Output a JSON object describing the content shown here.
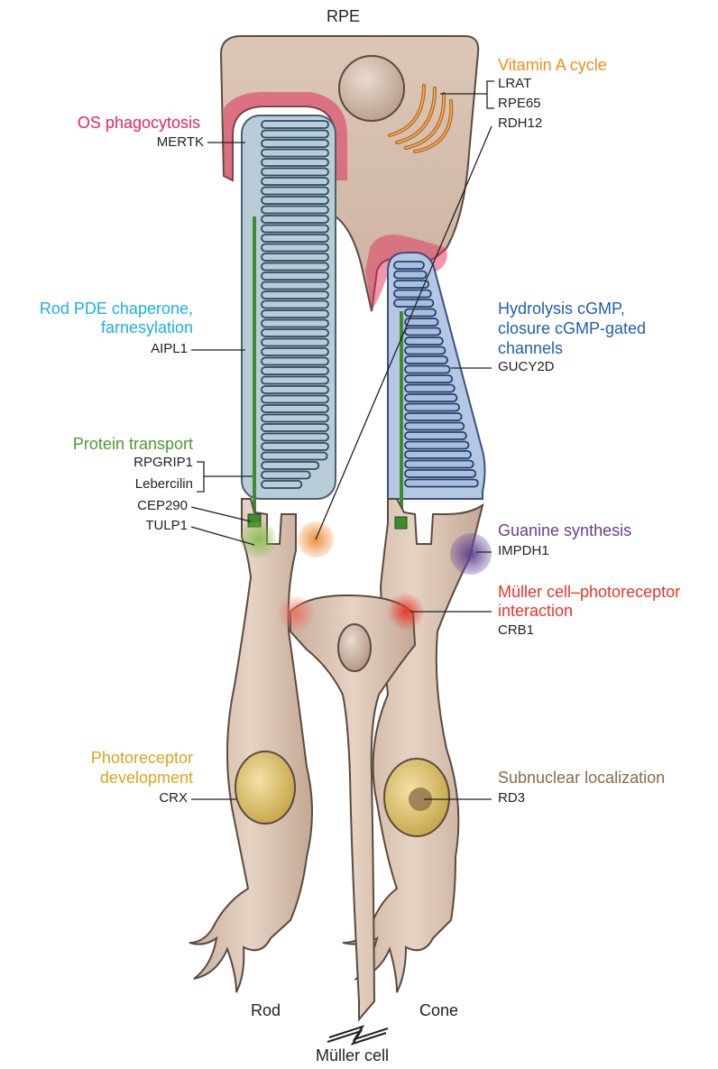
{
  "title": "RPE",
  "cells": {
    "rod": "Rod",
    "cone": "Cone",
    "muller": "Müller cell"
  },
  "functions": {
    "vitamin_a": {
      "label": "Vitamin A cycle",
      "genes": [
        "LRAT",
        "RPE65",
        "RDH12"
      ],
      "color": "#f28e1c"
    },
    "os_phagocytosis": {
      "label": "OS phagocytosis",
      "genes": [
        "MERTK"
      ],
      "color": "#e2236a"
    },
    "rod_pde": {
      "label_line1": "Rod PDE chaperone,",
      "label_line2": "farnesylation",
      "genes": [
        "AIPL1"
      ],
      "color": "#1ab0e6"
    },
    "hydrolysis": {
      "label_line1": "Hydrolysis cGMP,",
      "label_line2": "closure cGMP-gated",
      "label_line3": "channels",
      "genes": [
        "GUCY2D"
      ],
      "color": "#1f5fae"
    },
    "protein_transport": {
      "label": "Protein transport",
      "genes": [
        "RPGRIP1",
        "Lebercilin",
        "CEP290",
        "TULP1"
      ],
      "color": "#4e9a2f"
    },
    "guanine": {
      "label": "Guanine synthesis",
      "genes": [
        "IMPDH1"
      ],
      "color": "#6a3d8f"
    },
    "muller_interaction": {
      "label_line1": "Müller cell–photoreceptor",
      "label_line2": "interaction",
      "genes": [
        "CRB1"
      ],
      "color": "#e8352a"
    },
    "photoreceptor_dev": {
      "label_line1": "Photoreceptor",
      "label_line2": "development",
      "genes": [
        "CRX"
      ],
      "color": "#d9a520"
    },
    "subnuclear": {
      "label": "Subnuclear localization",
      "genes": [
        "RD3"
      ],
      "color": "#8a6a45"
    }
  },
  "colors": {
    "cell_fill": "#d9c3b3",
    "cell_stroke": "#5a4a40",
    "disc_fill": "#b9cdd9",
    "disc_stroke": "#2e4a5e",
    "cone_disc_fill": "#a8bfe0",
    "cone_disc_stroke": "#27406a",
    "rpe_glow": "#e02f5c",
    "cilium": "#3f8c2f",
    "nucleus": "#d9bf6e"
  }
}
